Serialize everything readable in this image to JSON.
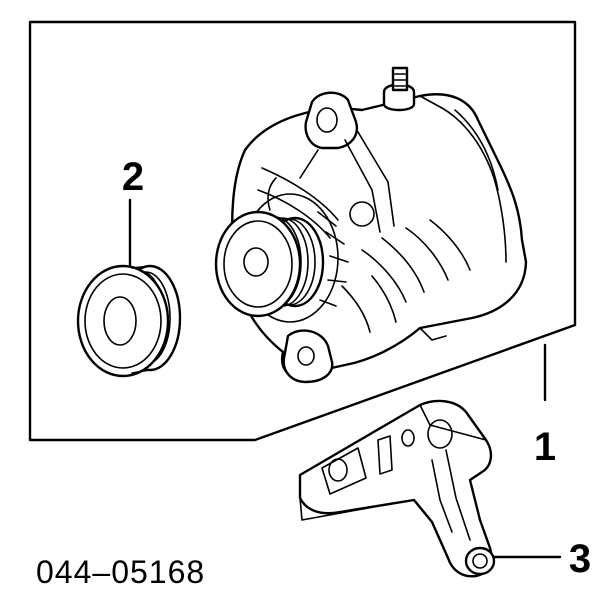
{
  "callouts": {
    "alternator": "1",
    "pulley": "2",
    "bracket": "3"
  },
  "part_number": "044–05168",
  "colors": {
    "line": "#000000",
    "background": "#ffffff"
  }
}
